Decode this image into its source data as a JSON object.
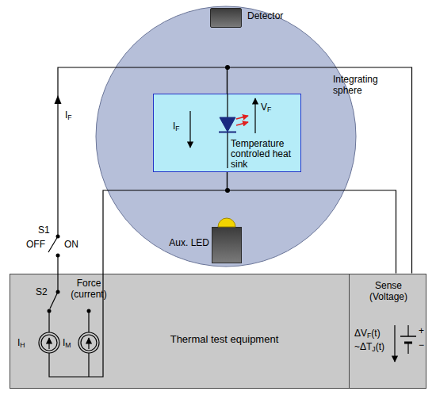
{
  "diagram": {
    "nodes": [
      {
        "text": [
          "Integrating sphere"
        ]
      },
      {
        "text": [
          "Detector"
        ],
        "in": 0
      },
      {
        "text": [
          "Temperature controled heat sink"
        ],
        "in": 0
      },
      {
        "text": [
          "Aux. LED"
        ],
        "in": 0
      },
      {
        "text": [
          "Thermal test equipment"
        ]
      },
      {
        "text": [
          "Sense (Voltage)",
          "ΔVF(t) ~ΔTJ(t)"
        ],
        "in": 4
      }
    ],
    "edges": [
      {
        "from": 2,
        "to": 5,
        "arrow": "none"
      },
      {
        "from": 2,
        "to": 5,
        "arrow": "none"
      },
      {
        "from": 2,
        "to": 4,
        "arrow": "none"
      },
      {
        "from": 2,
        "to": 4,
        "arrow": "none"
      }
    ],
    "labels": [
      "IF",
      "IF",
      "VF",
      "S1",
      "OFF",
      "ON",
      "S2",
      "Force (current)",
      "IH",
      "IM",
      "+",
      "−"
    ]
  }
}
